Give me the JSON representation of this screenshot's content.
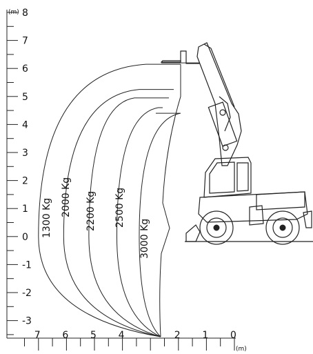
{
  "chart_data": {
    "type": "load-chart",
    "y_axis": {
      "unit": "(m)",
      "ticks": [
        "8",
        "7",
        "6",
        "5",
        "4",
        "3",
        "2",
        "1",
        "0",
        "-1",
        "-2",
        "-3"
      ],
      "range": [
        -3.5,
        8
      ]
    },
    "x_axis": {
      "unit": "(m)",
      "ticks": [
        "7",
        "6",
        "5",
        "4",
        "2",
        "1",
        "0"
      ],
      "range": [
        7.7,
        0
      ]
    },
    "series": [
      {
        "name": "1300 Kg",
        "max_reach_m": 7.0
      },
      {
        "name": "2000 Kg",
        "max_reach_m": 6.1
      },
      {
        "name": "2200 Kg",
        "max_reach_m": 5.2
      },
      {
        "name": "2500 Kg",
        "max_reach_m": 4.2
      },
      {
        "name": "3000 Kg",
        "max_reach_m": 3.4
      }
    ],
    "machine": "wheeled telescopic handler with lifting arm"
  }
}
